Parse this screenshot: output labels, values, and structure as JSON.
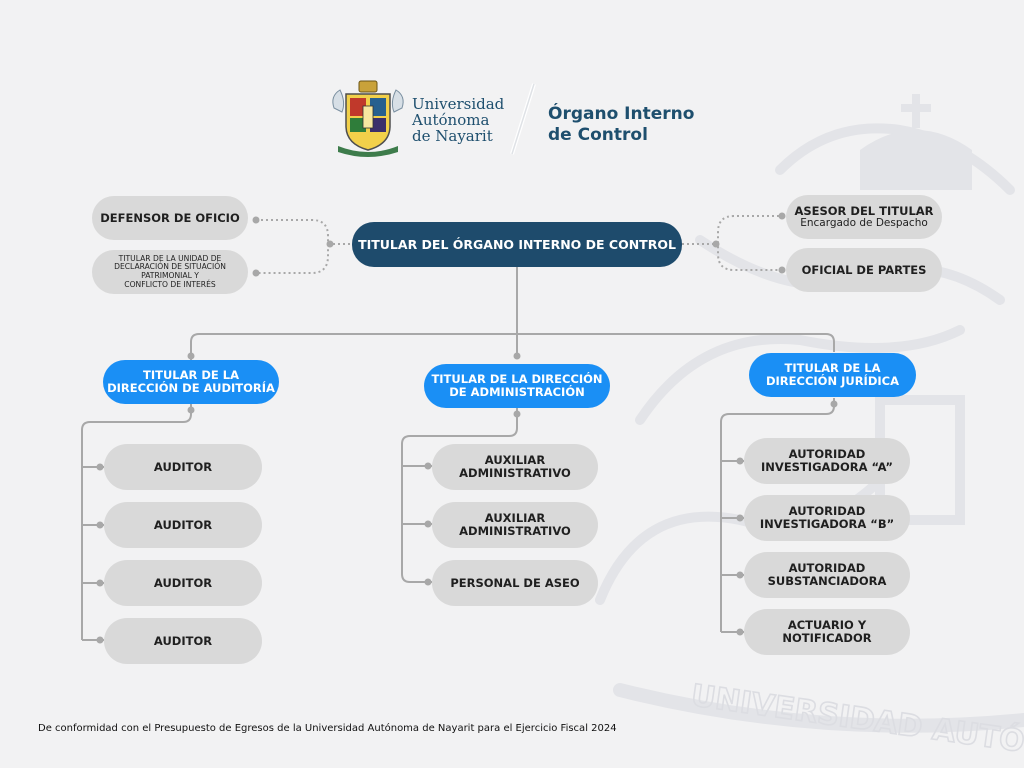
{
  "header": {
    "university_lines": [
      "Universidad",
      "Autónoma",
      "de Nayarit"
    ],
    "department_lines": [
      "Órgano Interno",
      "de Control"
    ]
  },
  "chart": {
    "root": {
      "label": "TITULAR DEL ÓRGANO INTERNO DE CONTROL"
    },
    "left_staff": [
      {
        "lines": [
          "DEFENSOR DE OFICIO"
        ]
      },
      {
        "lines": [
          "TITULAR DE LA UNIDAD DE",
          "DECLARACIÓN DE SITUACIÓN",
          "PATRIMONIAL Y",
          "CONFLICTO DE INTERÉS"
        ]
      }
    ],
    "right_staff": [
      {
        "title": "ASESOR DEL TITULAR",
        "subtitle": "Encargado de Despacho"
      },
      {
        "title": "OFICIAL DE PARTES"
      }
    ],
    "directions": [
      {
        "lines": [
          "TITULAR DE LA",
          "DIRECCIÓN DE AUDITORÍA"
        ],
        "children": [
          {
            "lines": [
              "AUDITOR"
            ]
          },
          {
            "lines": [
              "AUDITOR"
            ]
          },
          {
            "lines": [
              "AUDITOR"
            ]
          },
          {
            "lines": [
              "AUDITOR"
            ]
          }
        ]
      },
      {
        "lines": [
          "TITULAR DE LA DIRECCIÓN",
          "DE ADMINISTRACIÓN"
        ],
        "children": [
          {
            "lines": [
              "AUXILIAR",
              "ADMINISTRATIVO"
            ]
          },
          {
            "lines": [
              "AUXILIAR",
              "ADMINISTRATIVO"
            ]
          },
          {
            "lines": [
              "PERSONAL DE ASEO"
            ]
          }
        ]
      },
      {
        "lines": [
          "TITULAR DE LA",
          "DIRECCIÓN JURÍDICA"
        ],
        "children": [
          {
            "lines": [
              "AUTORIDAD",
              "INVESTIGADORA “A”"
            ]
          },
          {
            "lines": [
              "AUTORIDAD",
              "INVESTIGADORA “B”"
            ]
          },
          {
            "lines": [
              "AUTORIDAD",
              "SUBSTANCIADORA"
            ]
          },
          {
            "lines": [
              "ACTUARIO Y",
              "NOTIFICADOR"
            ]
          }
        ]
      }
    ]
  },
  "watermark": {
    "text": "UNIVERSIDAD AUTÓNOMA DE"
  },
  "colors": {
    "navy": "#1e4b6c",
    "blue": "#1a8ff5",
    "grey_box": "#d9d9d9",
    "connector": "#a8a8a8",
    "background": "#f2f2f3"
  },
  "footnote": "De conformidad con el Presupuesto de Egresos de la Universidad Autónoma de Nayarit para el Ejercicio Fiscal 2024"
}
